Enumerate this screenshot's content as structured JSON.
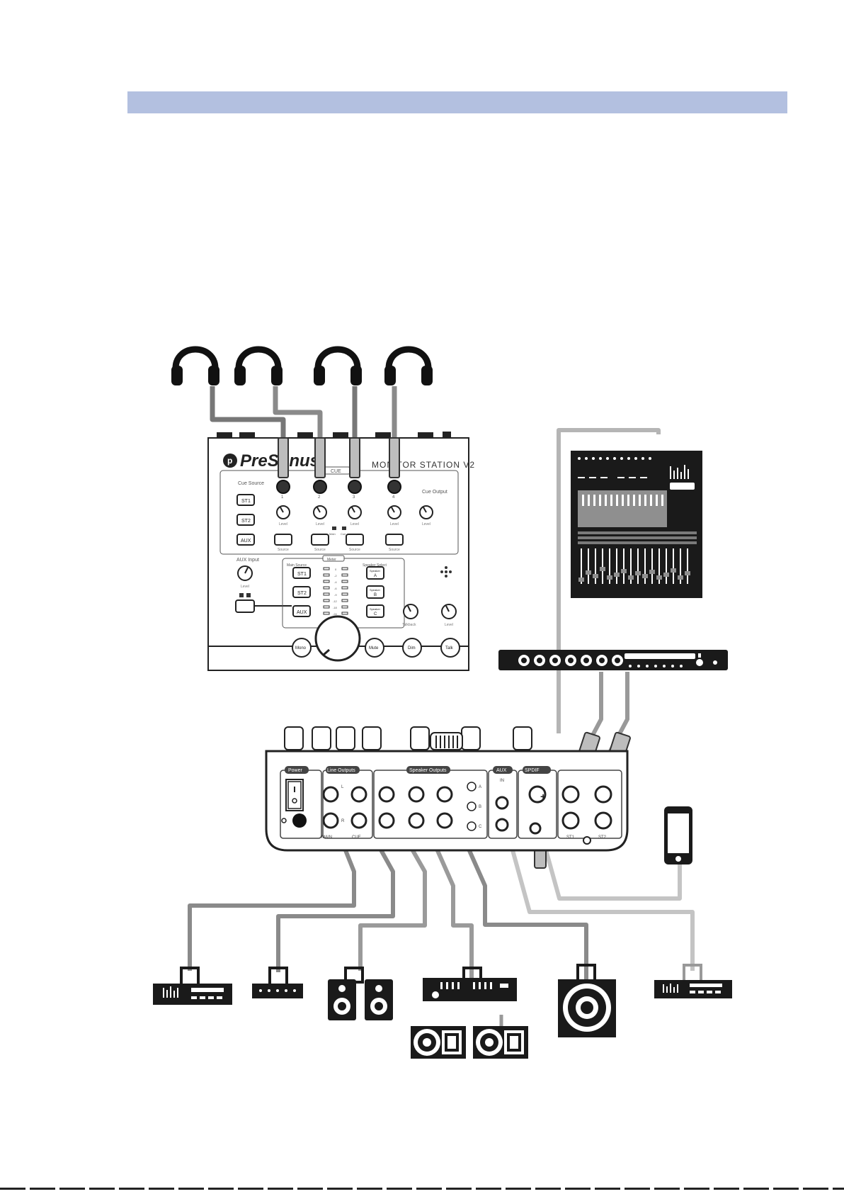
{
  "monitor_station": {
    "brand": "PreSonus",
    "model": "MONITOR STATION V2",
    "cue_label": "CUE",
    "cue_source_label": "Cue Source",
    "cue_output_label": "Cue Output",
    "cue_buttons": [
      "ST1",
      "ST2",
      "AUX"
    ],
    "phones_labels": [
      "1",
      "2",
      "3",
      "4"
    ],
    "level_label": "Level",
    "source_label": "Source",
    "main_cue_labels": [
      "Main",
      "Cue"
    ],
    "aux_input_label": "AUX Input",
    "main_source_label": "Main Source",
    "main_source_buttons": [
      "ST1",
      "ST2",
      "AUX"
    ],
    "speaker_select_label": "Speaker Select",
    "speaker_buttons": [
      {
        "top": "Speaker",
        "bottom": "A"
      },
      {
        "top": "Speaker",
        "bottom": "B"
      },
      {
        "top": "Speaker",
        "bottom": "C"
      }
    ],
    "meter_label": "Meter",
    "meter_scale": [
      "0",
      "-2",
      "-4",
      "-6",
      "-9",
      "-12",
      "-18",
      "-24"
    ],
    "talkback_label": "Talkback",
    "level2_label": "Level",
    "bottom_buttons": [
      "Mono",
      "Mute",
      "Dim",
      "Talk"
    ]
  },
  "rear_panel": {
    "power_label": "Power",
    "line_outputs_label": "Line Outputs",
    "line_output_jacks": [
      "MAIN",
      "CUE"
    ],
    "speaker_outputs_label": "Speaker Outputs",
    "speaker_letters": [
      "A",
      "B",
      "C"
    ],
    "aux_label": "AUX",
    "aux_in_label": "IN",
    "spdif_label": "SPDIF",
    "stereo_inputs": [
      "ST1",
      "ST2"
    ],
    "lr_labels": [
      "L",
      "R"
    ]
  }
}
